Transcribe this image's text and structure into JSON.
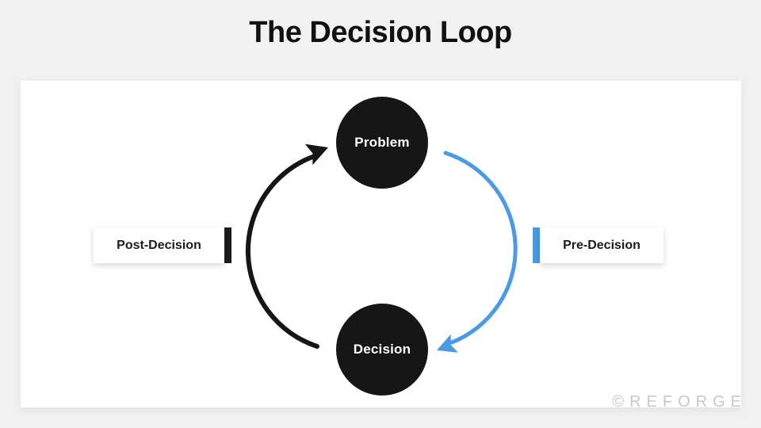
{
  "title": "The Decision Loop",
  "diagram": {
    "nodes": {
      "problem": {
        "label": "Problem"
      },
      "decision": {
        "label": "Decision"
      }
    },
    "side_labels": {
      "post_decision": {
        "label": "Post-Decision"
      },
      "pre_decision": {
        "label": "Pre-Decision"
      }
    },
    "arrows": {
      "left": {
        "name": "decision-to-problem-arrow",
        "color": "#161616",
        "direction": "up-left-side"
      },
      "right": {
        "name": "problem-to-decision-arrow",
        "color": "#4a9ae8",
        "direction": "down-right-side"
      }
    }
  },
  "watermark": "©REFORGE",
  "colors": {
    "background": "#f1f1f1",
    "card": "#ffffff",
    "node_fill": "#161616",
    "node_text": "#ffffff",
    "accent_blue": "#4a9ae8",
    "arrow_black": "#161616",
    "title_text": "#111111",
    "watermark_text": "#c8c8c8"
  }
}
